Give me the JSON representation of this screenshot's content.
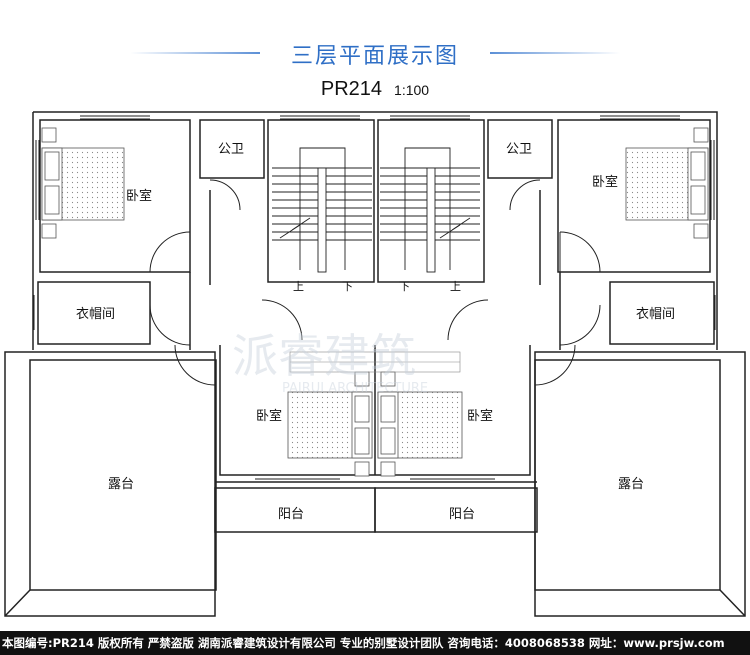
{
  "header": {
    "title": "三层平面展示图",
    "code": "PR214",
    "scale": "1:100"
  },
  "rooms": {
    "bedroom_tl": "卧室",
    "bedroom_tr": "卧室",
    "bedroom_cl": "卧室",
    "bedroom_cr": "卧室",
    "wc_l": "公卫",
    "wc_r": "公卫",
    "closet_l": "衣帽间",
    "closet_r": "衣帽间",
    "terrace_l": "露台",
    "terrace_r": "露台",
    "balcony_l": "阳台",
    "balcony_r": "阳台"
  },
  "stairs": {
    "up_l": "上",
    "down_l": "下",
    "down_r": "下",
    "up_r": "上"
  },
  "watermark": {
    "cn": "派睿建筑",
    "en": "PAIRUI ARCHITECTURE"
  },
  "footer": {
    "text": "本图编号:PR214 版权所有 严禁盗版 湖南派睿建筑设计有限公司 专业的别墅设计团队 咨询电话：4008068538 网址：www.prsjw.com"
  },
  "colors": {
    "title": "#2f6fc6",
    "line": "#5b8fd6",
    "wall": "#222222",
    "footer_bg": "#111111"
  }
}
